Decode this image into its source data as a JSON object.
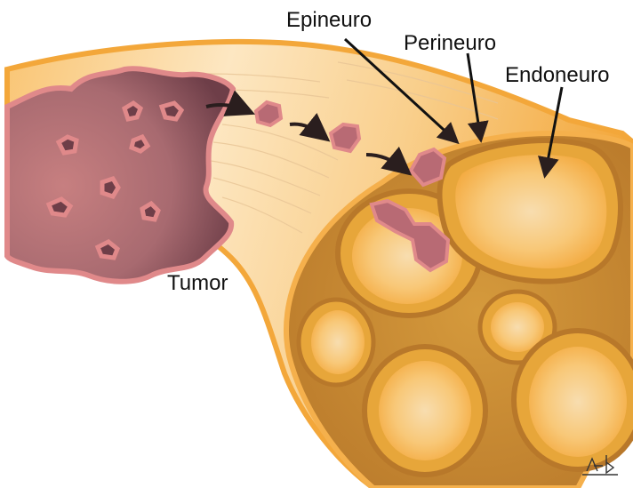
{
  "labels": {
    "epineuro": "Epineuro",
    "perineuro": "Perineuro",
    "endoneuro": "Endoneuro",
    "tumor": "Tumor"
  },
  "colors": {
    "nerve_light": "#FDE7C2",
    "nerve_mid": "#F9C574",
    "nerve_edge": "#F3A73A",
    "fascicle_border": "#D08C1E",
    "fascicle_fill": "#F6B54A",
    "fascicle_center": "#F8DDAF",
    "tumor_fill": "#C77F80",
    "tumor_dark": "#6E3E48",
    "tumor_edge": "#E0898A",
    "arrow": "#2A1E1E",
    "text": "#111111"
  }
}
